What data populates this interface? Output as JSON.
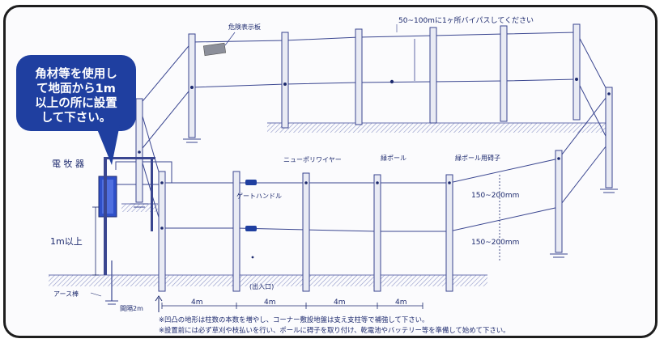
{
  "labels": {
    "danger_sign": "危険表示板",
    "bypass_note": "50~100mに1ヶ所バイパスしてください",
    "energizer": "電 牧 器",
    "gate_handle": "ゲートハンドル",
    "new_poly_wire": "ニューポリワイヤー",
    "pole": "緑ポール",
    "pole_insulator": "緑ポール用碍子",
    "height_1m": "1m以上",
    "ground_rod": "アース棒",
    "ground_spacing": "間隔2m",
    "entrance": "(出入口)",
    "spacing_4m_1": "4m",
    "spacing_4m_2": "4m",
    "spacing_4m_3": "4m",
    "spacing_4m_4": "4m",
    "wire_gap_upper": "150~200mm",
    "wire_gap_lower": "150~200mm"
  },
  "bubble_lines": [
    "角材等を使用し",
    "て地面から1m",
    "以上の所に設置",
    "して下さい。"
  ],
  "notes": [
    "※凹凸の地形は柱数の本数を増やし、コーナー敷設地盤は支え支柱等で補強して下さい。",
    "※設置前には必ず草刈や枝払いを行い、ポールに碍子を取り付け、乾電池やバッテリー等を準備して始めて下さい。"
  ],
  "colors": {
    "ink": "#1d2a6e",
    "bubble": "#1f3fa0",
    "ground": "#aeb5dc",
    "energizer": "#2f50c8"
  }
}
